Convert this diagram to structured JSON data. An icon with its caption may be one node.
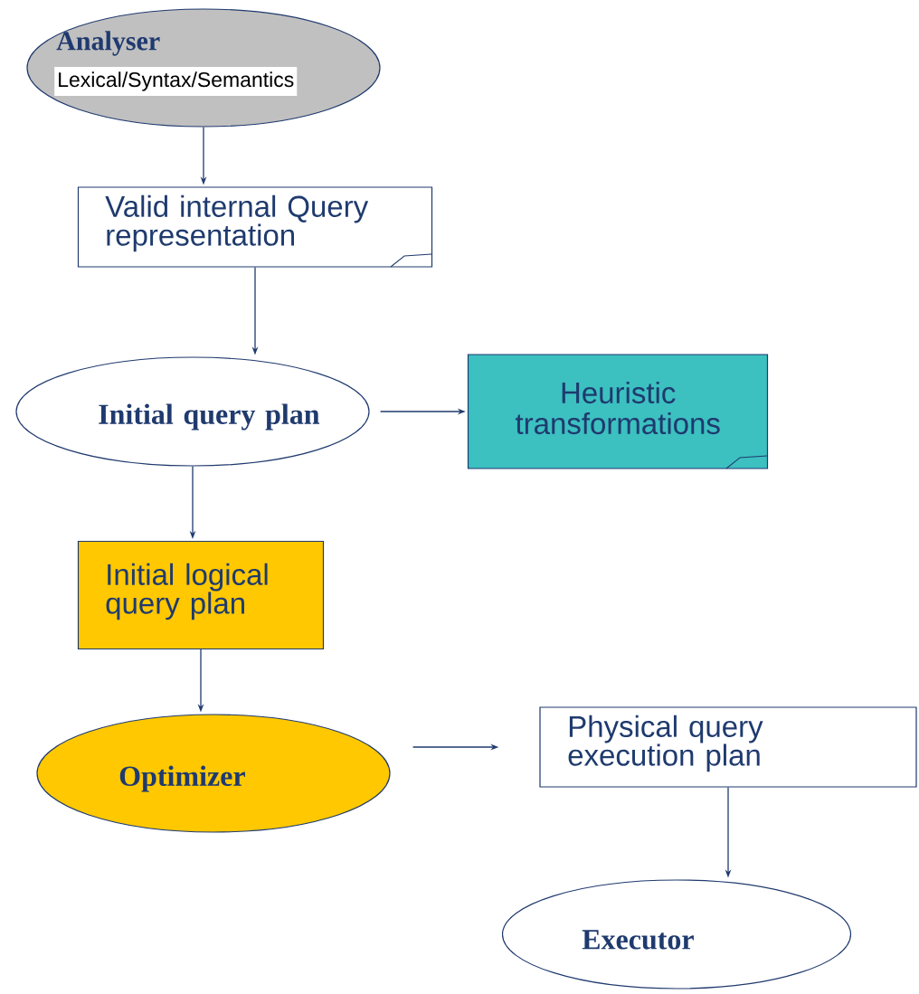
{
  "diagram": {
    "nodes": [
      {
        "text": [
          "Analyser",
          "Lexical/Syntax/Semantics"
        ]
      },
      {
        "text": [
          "Valid internal Query representation"
        ]
      },
      {
        "text": [
          "Initial query plan"
        ]
      },
      {
        "text": [
          "Heuristic transformations"
        ]
      },
      {
        "text": [
          "Initial logical query plan"
        ]
      },
      {
        "text": [
          "Optimizer"
        ]
      },
      {
        "text": [
          "Physical query execution plan"
        ]
      },
      {
        "text": [
          "Executor"
        ]
      }
    ],
    "edges": [
      {
        "from": 0,
        "to": 1,
        "arrow": "to"
      },
      {
        "from": 1,
        "to": 2,
        "arrow": "to"
      },
      {
        "from": 2,
        "to": 3,
        "arrow": "to"
      },
      {
        "from": 2,
        "to": 4,
        "arrow": "to"
      },
      {
        "from": 4,
        "to": 5,
        "arrow": "to"
      },
      {
        "from": 5,
        "to": 6,
        "arrow": "to"
      },
      {
        "from": 6,
        "to": 7,
        "arrow": "to"
      }
    ]
  }
}
